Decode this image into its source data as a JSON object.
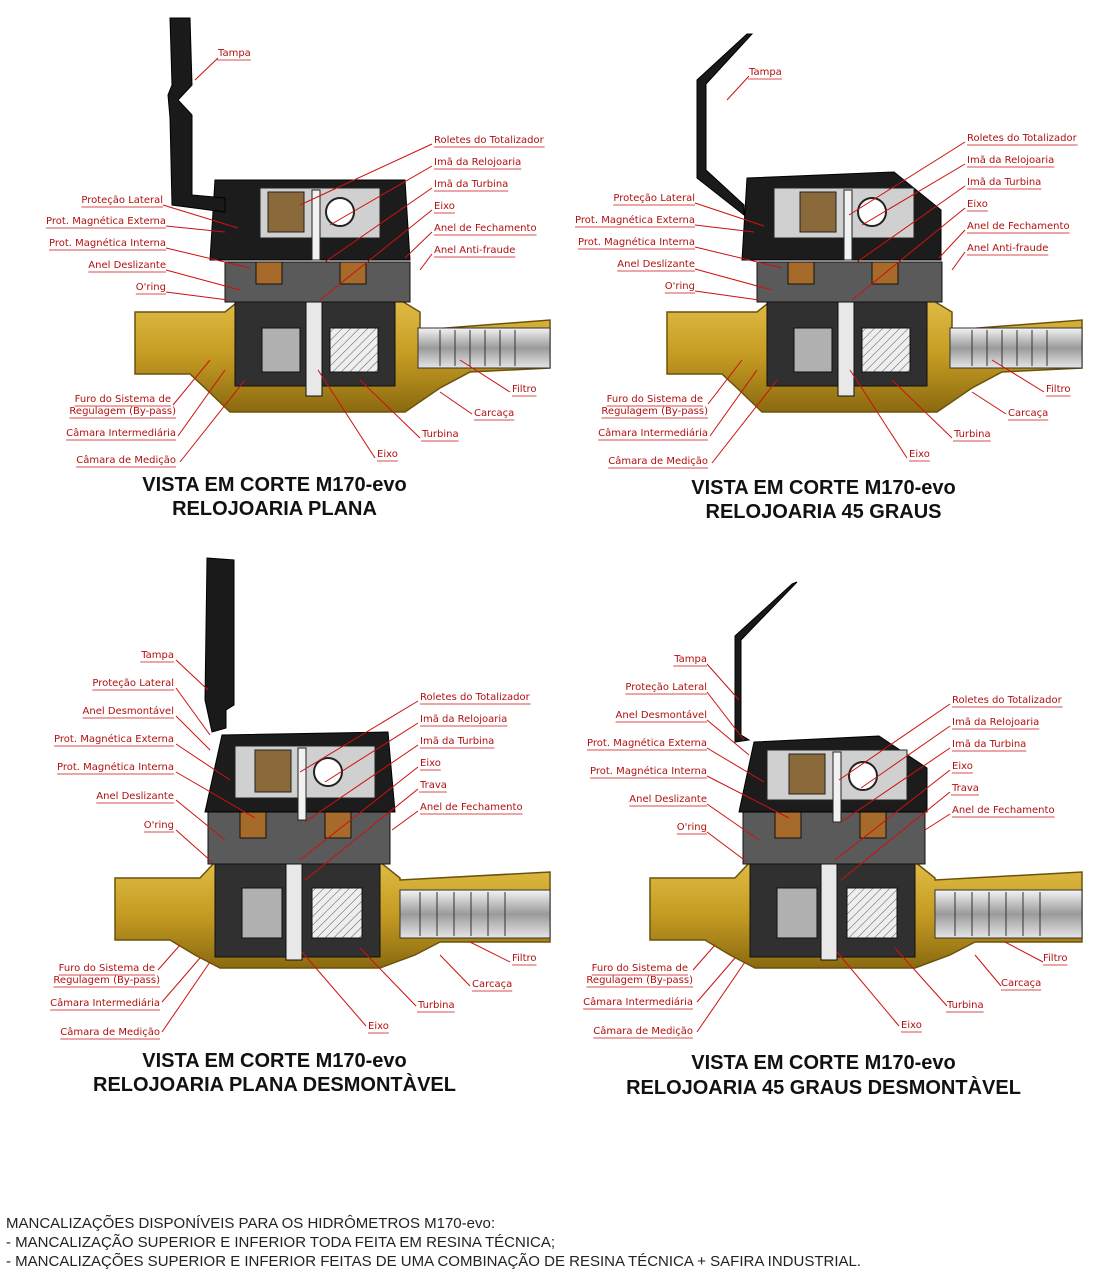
{
  "panels": [
    {
      "caption_line1": "VISTA EM CORTE M170-evo",
      "caption_line2": "RELOJOARIA PLANA",
      "labels": {
        "tampa": "Tampa",
        "protecao_lateral": "Proteção Lateral",
        "prot_magnetica_externa": "Prot. Magnética Externa",
        "prot_magnetica_interna": "Prot. Magnética Interna",
        "anel_deslizante": "Anel Deslizante",
        "oring": "O'ring",
        "roletes_totalizador": "Roletes do Totalizador",
        "ima_relojoaria": "Imã da Relojoaria",
        "ima_turbina": "Imã da Turbina",
        "eixo_top": "Eixo",
        "anel_fechamento": "Anel de Fechamento",
        "anel_antifraude": "Anel Anti-fraude",
        "filtro": "Filtro",
        "carcaca": "Carcaça",
        "furo_bypass_1": "Furo do Sistema de",
        "furo_bypass_2": "Regulagem (By-pass)",
        "camara_intermediaria": "Câmara Intermediária",
        "camara_medicao": "Câmara de Medição",
        "turbina": "Turbina",
        "eixo_bottom": "Eixo"
      }
    },
    {
      "caption_line1": "VISTA EM CORTE M170-evo",
      "caption_line2": "RELOJOARIA 45 GRAUS",
      "labels": {
        "tampa": "Tampa",
        "protecao_lateral": "Proteção Lateral",
        "prot_magnetica_externa": "Prot. Magnética Externa",
        "prot_magnetica_interna": "Prot. Magnética Interna",
        "anel_deslizante": "Anel Deslizante",
        "oring": "O'ring",
        "roletes_totalizador": "Roletes do Totalizador",
        "ima_relojoaria": "Imã da Relojoaria",
        "ima_turbina": "Imã da Turbina",
        "eixo_top": "Eixo",
        "anel_fechamento": "Anel de Fechamento",
        "anel_antifraude": "Anel Anti-fraude",
        "filtro": "Filtro",
        "carcaca": "Carcaça",
        "furo_bypass_1": "Furo do Sistema de",
        "furo_bypass_2": "Regulagem (By-pass)",
        "camara_intermediaria": "Câmara Intermediária",
        "camara_medicao": "Câmara de Medição",
        "turbina": "Turbina",
        "eixo_bottom": "Eixo"
      }
    },
    {
      "caption_line1": "VISTA EM CORTE M170-evo",
      "caption_line2": "RELOJOARIA PLANA DESMONTÀVEL",
      "labels": {
        "tampa": "Tampa",
        "protecao_lateral": "Proteção Lateral",
        "anel_desmontavel": "Anel Desmontável",
        "prot_magnetica_externa": "Prot. Magnética Externa",
        "prot_magnetica_interna": "Prot. Magnética Interna",
        "anel_deslizante": "Anel Deslizante",
        "oring": "O'ring",
        "roletes_totalizador": "Roletes do Totalizador",
        "ima_relojoaria": "Imã da Relojoaria",
        "ima_turbina": "Imã da Turbina",
        "eixo_top": "Eixo",
        "trava": "Trava",
        "anel_fechamento": "Anel de Fechamento",
        "filtro": "Filtro",
        "carcaca": "Carcaça",
        "furo_bypass_1": "Furo do Sistema de",
        "furo_bypass_2": "Regulagem (By-pass)",
        "camara_intermediaria": "Câmara Intermediária",
        "camara_medicao": "Câmara de Medição",
        "turbina": "Turbina",
        "eixo_bottom": "Eixo"
      }
    },
    {
      "caption_line1": "VISTA EM CORTE M170-evo",
      "caption_line2": "RELOJOARIA 45 GRAUS DESMONTÀVEL",
      "labels": {
        "tampa": "Tampa",
        "protecao_lateral": "Proteção Lateral",
        "anel_desmontavel": "Anel Desmontável",
        "prot_magnetica_externa": "Prot. Magnética Externa",
        "prot_magnetica_interna": "Prot. Magnética Interna",
        "anel_deslizante": "Anel Deslizante",
        "oring": "O'ring",
        "roletes_totalizador": "Roletes do Totalizador",
        "ima_relojoaria": "Imã da Relojoaria",
        "ima_turbina": "Imã da Turbina",
        "eixo_top": "Eixo",
        "trava": "Trava",
        "anel_fechamento": "Anel de Fechamento",
        "filtro": "Filtro",
        "carcaca": "Carcaça",
        "furo_bypass_1": "Furo do Sistema de",
        "furo_bypass_2": "Regulagem (By-pass)",
        "camara_intermediaria": "Câmara Intermediária",
        "camara_medicao": "Câmara de Medição",
        "turbina": "Turbina",
        "eixo_bottom": "Eixo"
      }
    }
  ],
  "notes": {
    "line1": "MANCALIZAÇÕES DISPONÍVEIS PARA OS HIDRÔMETROS M170-evo:",
    "line2": "- MANCALIZAÇÃO SUPERIOR E INFERIOR TODA FEITA EM RESINA TÉCNICA;",
    "line3": "- MANCALIZAÇÕES SUPERIOR E INFERIOR FEITAS DE UMA COMBINAÇÃO DE RESINA TÉCNICA + SAFIRA INDUSTRIAL."
  },
  "colors": {
    "brass": "#c9a227",
    "brass_dark": "#8a6a10",
    "leader": "#cc1111",
    "housing": "#1a1a1a"
  }
}
